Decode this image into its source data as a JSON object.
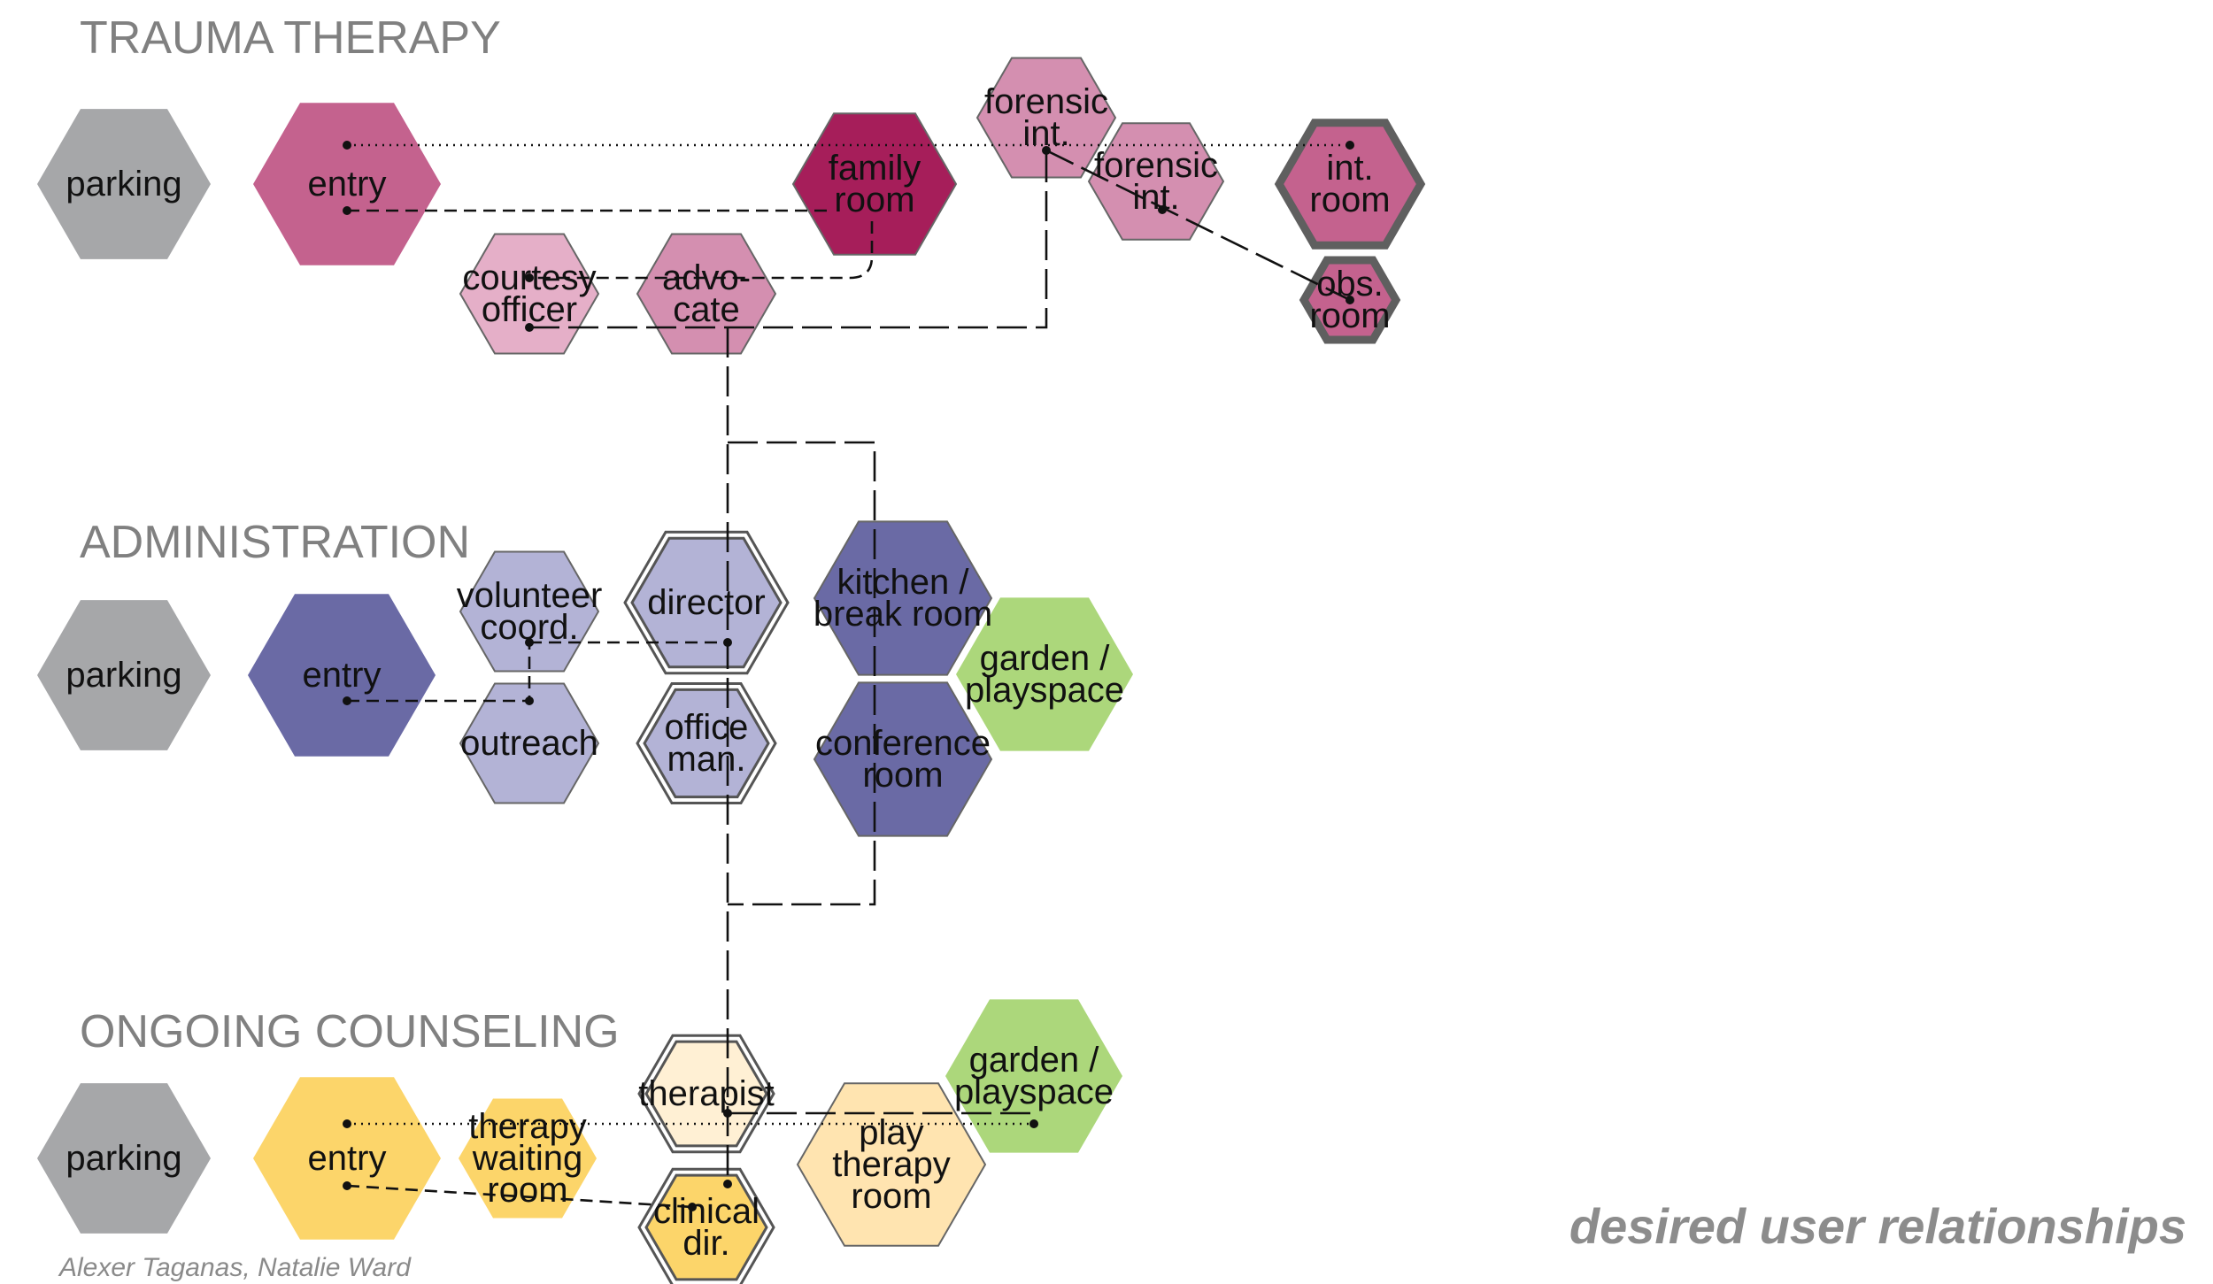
{
  "sections": {
    "trauma": "TRAUMA THERAPY",
    "administration": "ADMINISTRATION",
    "counseling": "ONGOING COUNSELING"
  },
  "nodes": {
    "t_parking": {
      "label": [
        "parking"
      ],
      "color": "#a6a7a9"
    },
    "t_entry": {
      "label": [
        "entry"
      ],
      "color": "#c4628e"
    },
    "t_family": {
      "label": [
        "family",
        "room"
      ],
      "color": "#a61e5a"
    },
    "t_forensic1": {
      "label": [
        "forensic",
        "int."
      ],
      "color": "#d48fb0"
    },
    "t_forensic2": {
      "label": [
        "forensic",
        "int."
      ],
      "color": "#d48fb0"
    },
    "t_introom": {
      "label": [
        "int.",
        "room"
      ],
      "color": "#c4628e"
    },
    "t_obsroom": {
      "label": [
        "obs.",
        "room"
      ],
      "color": "#c4628e"
    },
    "t_courtesy": {
      "label": [
        "courtesy",
        "officer"
      ],
      "color": "#e5afc8"
    },
    "t_advocate": {
      "label": [
        "advo-",
        "cate"
      ],
      "color": "#d48fb0"
    },
    "a_parking": {
      "label": [
        "parking"
      ],
      "color": "#a6a7a9"
    },
    "a_entry": {
      "label": [
        "entry"
      ],
      "color": "#6a6aa5"
    },
    "a_volunteer": {
      "label": [
        "volunteer",
        "coord."
      ],
      "color": "#b3b3d6"
    },
    "a_outreach": {
      "label": [
        "outreach"
      ],
      "color": "#b3b3d6"
    },
    "a_director": {
      "label": [
        "director"
      ],
      "color": "#b3b3d6"
    },
    "a_officeman": {
      "label": [
        "office",
        "man."
      ],
      "color": "#b3b3d6"
    },
    "a_kitchen": {
      "label": [
        "kitchen /",
        "break room"
      ],
      "color": "#6a6aa5"
    },
    "a_conference": {
      "label": [
        "conference",
        "room"
      ],
      "color": "#6a6aa5"
    },
    "a_garden": {
      "label": [
        "garden /",
        "playspace"
      ],
      "color": "#acd77b"
    },
    "c_parking": {
      "label": [
        "parking"
      ],
      "color": "#a6a7a9"
    },
    "c_entry": {
      "label": [
        "entry"
      ],
      "color": "#fcd56a"
    },
    "c_waiting": {
      "label": [
        "therapy",
        "waiting",
        "room"
      ],
      "color": "#fcd56a"
    },
    "c_therapist": {
      "label": [
        "therapist"
      ],
      "color": "#fff0d4"
    },
    "c_clinical": {
      "label": [
        "clinical",
        "dir."
      ],
      "color": "#fcd56a"
    },
    "c_playtherapy": {
      "label": [
        "play",
        "therapy",
        "room"
      ],
      "color": "#ffe4b0"
    },
    "c_garden": {
      "label": [
        "garden /",
        "playspace"
      ],
      "color": "#acd77b"
    }
  },
  "credits": "Alexer Taganas, Natalie Ward",
  "caption": "desired user relationships"
}
